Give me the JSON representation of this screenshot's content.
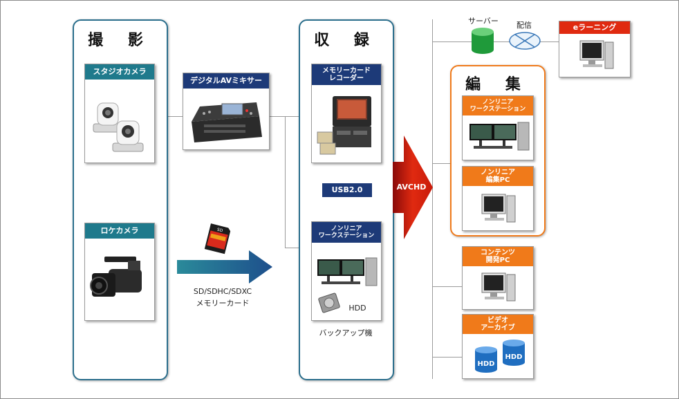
{
  "groups": {
    "shooting": "撮 影",
    "recording": "収 録",
    "editing": "編 集"
  },
  "cards": {
    "studio_camera": "スタジオカメラ",
    "location_camera": "ロケカメラ",
    "av_mixer": "デジタルAVミキサー",
    "memory_card_recorder": "メモリーカード\nレコーダー",
    "nonlinear_ws_record": "ノンリニア\nワークステーション",
    "nonlinear_ws_edit": "ノンリニア\nワークステーション",
    "nonlinear_edit_pc": "ノンリニア\n編集PC",
    "content_dev_pc": "コンテンツ\n開発PC",
    "video_archive": "ビデオ\nアーカイブ",
    "elearning": "eラーニング"
  },
  "labels": {
    "usb": "USB2.0",
    "avchd": "AVCHD",
    "sd_card_line1": "SD/SDHC/SDXC",
    "sd_card_line2": "メモリーカード",
    "hdd": "HDD",
    "backup": "バックアップ機",
    "server": "サーバー",
    "distribution": "配信",
    "hdd_1": "HDD",
    "hdd_2": "HDD"
  },
  "colors": {
    "teal": "#1f7a8c",
    "navy": "#1d3a78",
    "orange": "#f07a1a",
    "red": "#e02a10"
  }
}
